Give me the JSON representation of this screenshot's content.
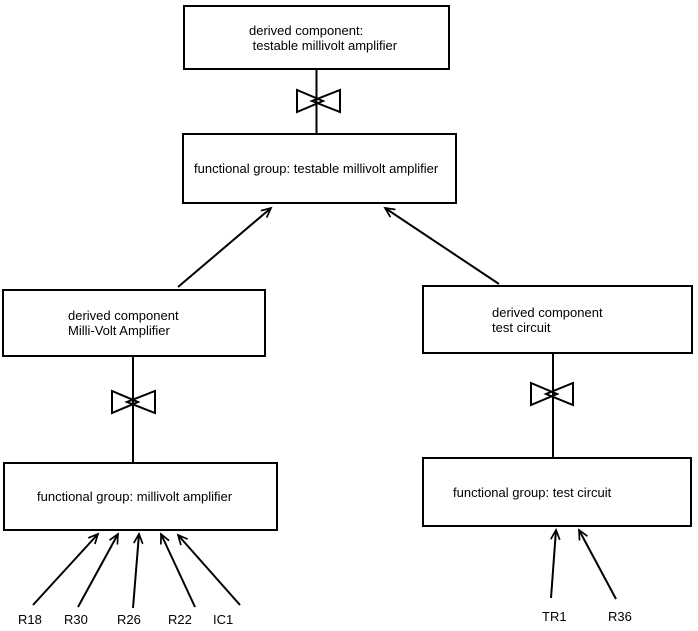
{
  "diagram": {
    "colors": {
      "line": "#000000",
      "background": "#ffffff",
      "text": "#000000"
    },
    "icons": {
      "decomposition_symbol": "bowtie-icon",
      "arrowhead_style": "open-arrowhead-icon"
    },
    "nodes": {
      "derived_testable": {
        "line1": "derived component:",
        "line2": " testable millivolt amplifier"
      },
      "fg_testable": {
        "text": "functional group: testable millivolt amplifier"
      },
      "derived_mva": {
        "line1": "derived component",
        "line2": "Milli-Volt Amplifier"
      },
      "fg_mva": {
        "text": "functional group: millivolt amplifier"
      },
      "derived_test": {
        "line1": "derived component",
        "line2": "test circuit"
      },
      "fg_test": {
        "text": "functional group: test circuit"
      }
    },
    "leaf_labels": {
      "r18": "R18",
      "r30": "R30",
      "r26": "R26",
      "r22": "R22",
      "ic1": "IC1",
      "tr1": "TR1",
      "r36": "R36"
    }
  }
}
